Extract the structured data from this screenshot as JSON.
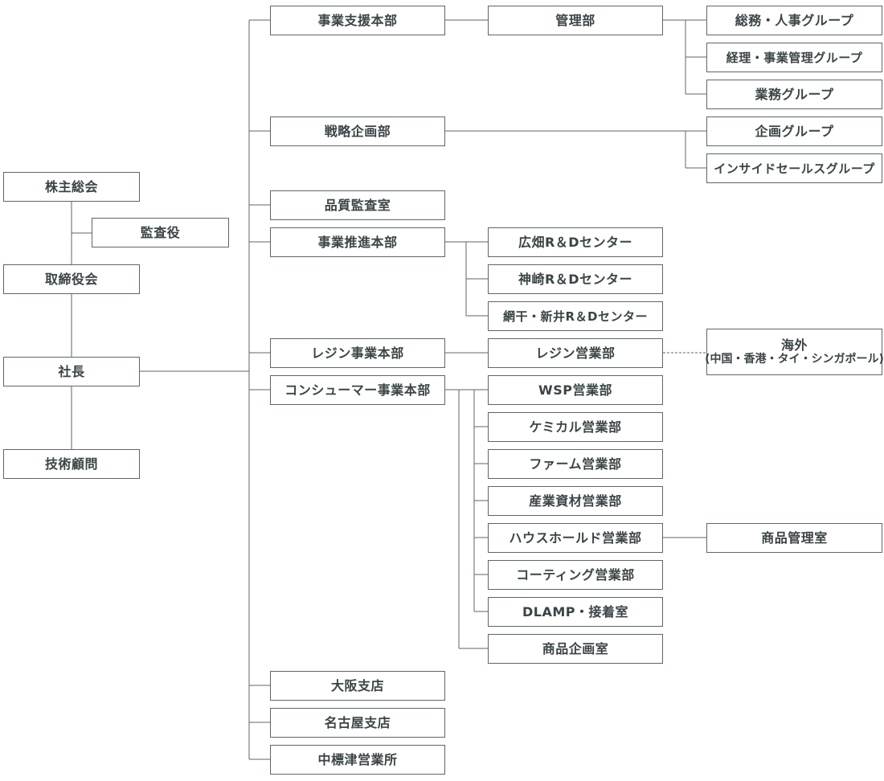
{
  "chart": {
    "shareholders": "株主総会",
    "auditor": "監査役",
    "board": "取締役会",
    "president": "社長",
    "advisor": "技術顧問",
    "business_support": "事業支援本部",
    "management": "管理部",
    "general_affairs": "総務・人事グループ",
    "accounting": "経理・事業管理グループ",
    "operations": "業務グループ",
    "strategy": "戦略企画部",
    "planning": "企画グループ",
    "inside_sales": "インサイドセールスグループ",
    "quality_audit": "品質監査室",
    "promotion": "事業推進本部",
    "rd_hirohata": "広畑R＆Dセンター",
    "rd_kanzaki": "神崎R＆Dセンター",
    "rd_aboshi": "網干・新井R＆Dセンター",
    "resin_division": "レジン事業本部",
    "resin_sales": "レジン営業部",
    "overseas": "海外",
    "overseas_regions": "(中国・香港・タイ・シンガポール)",
    "consumer_division": "コンシューマー事業本部",
    "wsp_sales": "WSP営業部",
    "chemical_sales": "ケミカル営業部",
    "farm_sales": "ファーム営業部",
    "industrial_sales": "産業資材営業部",
    "household_sales": "ハウスホールド営業部",
    "product_management": "商品管理室",
    "coating_sales": "コーティング営業部",
    "dlamp": "DLAMP・接着室",
    "product_planning": "商品企画室",
    "osaka": "大阪支店",
    "nagoya": "名古屋支店",
    "nakashibetsu": "中標津営業所"
  }
}
